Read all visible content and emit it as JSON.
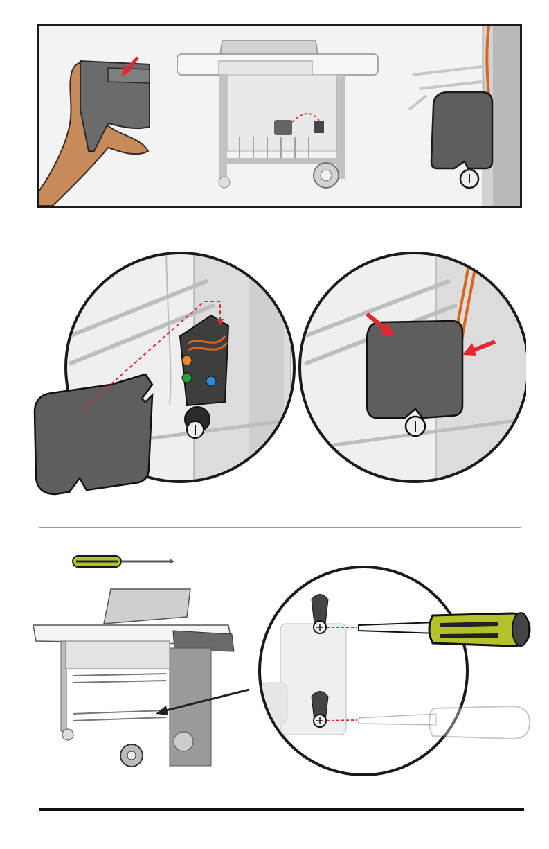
{
  "document": {
    "type": "assembly-instructions",
    "steps": [
      {
        "name": "remove-cover",
        "description_visible": false
      },
      {
        "name": "replace-cover",
        "description_visible": false
      },
      {
        "name": "fasten-screws",
        "description_visible": false
      }
    ],
    "icons": [
      "hand-icon",
      "grill-icon",
      "ignition-module-icon",
      "cover-icon",
      "screwdriver-icon",
      "arrow-icon",
      "screw-icon"
    ],
    "colors": {
      "arrow": "#e4262e",
      "dash": "#e4262e",
      "wire_orange": "#d9651e",
      "screwdriver_yellow": "#b4c22a",
      "module_gray": "#5e5e5e",
      "frame_gray": "#d6d6d6",
      "skin": "#c98a5a"
    }
  }
}
